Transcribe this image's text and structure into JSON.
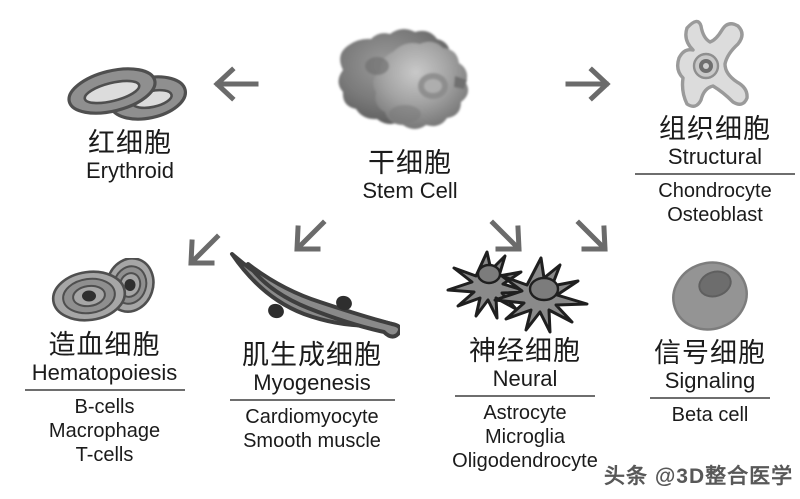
{
  "diagram": {
    "title_cn": "干细胞",
    "title_en": "Stem Cell",
    "watermark": "头条 @3D整合医学",
    "colors": {
      "text": "#1b1b1b",
      "rule": "#6e6e6e",
      "arrow": "#6b6b6b",
      "cell_fill_mid": "#8c8c8c",
      "cell_fill_light": "#d9d9d9",
      "cell_outline": "#555555",
      "background": "#ffffff"
    }
  },
  "center": {
    "name_cn": "干细胞",
    "name_en": "Stem Cell",
    "icon": "stem-cell-blob"
  },
  "arrows": [
    {
      "id": "arrow-left",
      "direction": "left",
      "glyph": "←"
    },
    {
      "id": "arrow-right",
      "direction": "right",
      "glyph": "→"
    },
    {
      "id": "arrow-down-left-1",
      "direction": "down-left",
      "glyph": "↙"
    },
    {
      "id": "arrow-down-left-2",
      "direction": "down-left",
      "glyph": "↙"
    },
    {
      "id": "arrow-down-right-1",
      "direction": "down-right",
      "glyph": "↘"
    },
    {
      "id": "arrow-down-right-2",
      "direction": "down-right",
      "glyph": "↘"
    }
  ],
  "lineages": [
    {
      "id": "erythroid",
      "name_cn": "红细胞",
      "name_en": "Erythroid",
      "has_rule": false,
      "examples": [],
      "icon": "red-blood-cells-icon"
    },
    {
      "id": "structural",
      "name_cn": "组织细胞",
      "name_en": "Structural",
      "has_rule": true,
      "examples": [
        "Chondrocyte",
        "Osteoblast"
      ],
      "icon": "stellate-cell-icon"
    },
    {
      "id": "hematopoiesis",
      "name_cn": "造血细胞",
      "name_en": "Hematopoiesis",
      "has_rule": true,
      "examples": [
        "B-cells",
        "Macrophage",
        "T-cells"
      ],
      "icon": "hematopoietic-cells-icon"
    },
    {
      "id": "myogenesis",
      "name_cn": "肌生成细胞",
      "name_en": "Myogenesis",
      "has_rule": true,
      "examples": [
        "Cardiomyocyte",
        "Smooth muscle"
      ],
      "icon": "muscle-cells-icon"
    },
    {
      "id": "neural",
      "name_cn": "神经细胞",
      "name_en": "Neural",
      "has_rule": true,
      "examples": [
        "Astrocyte",
        "Microglia",
        "Oligodendrocyte"
      ],
      "icon": "neural-cells-icon"
    },
    {
      "id": "signaling",
      "name_cn": "信号细胞",
      "name_en": "Signaling",
      "has_rule": true,
      "examples": [
        "Beta cell"
      ],
      "icon": "round-cell-icon"
    }
  ]
}
